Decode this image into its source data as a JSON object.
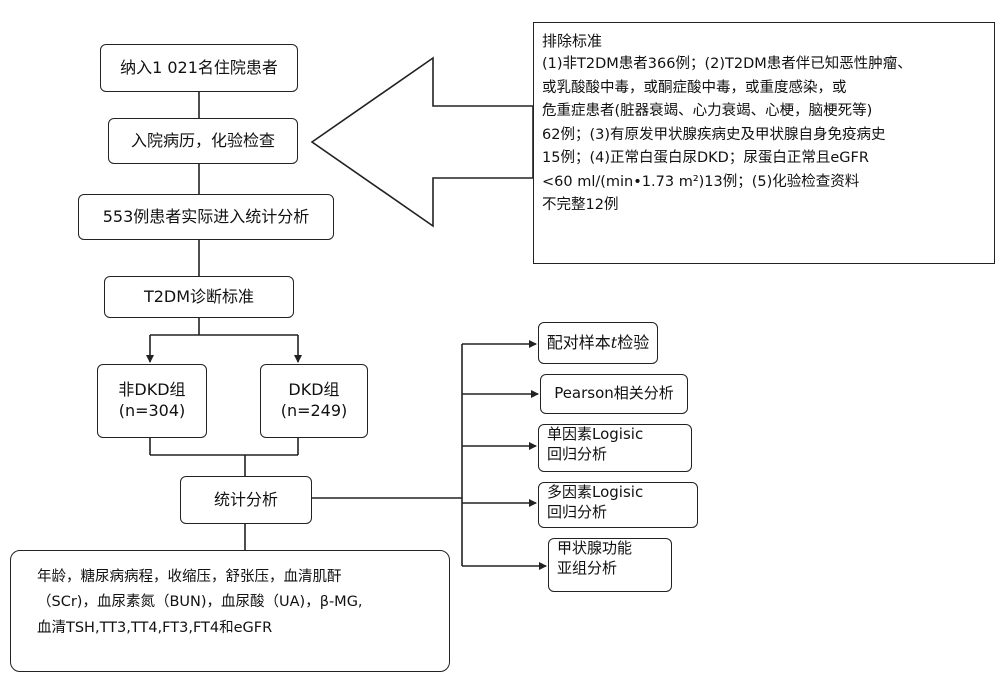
{
  "flow": {
    "enroll": "纳入1 021名住院患者",
    "admission": "入院病历，化验检查",
    "analyzed": "553例患者实际进入统计分析",
    "criteria": "T2DM诊断标准",
    "non_dkd_name": "非DKD组",
    "non_dkd_n": "(n=304)",
    "dkd_name": "DKD组",
    "dkd_n": "(n=249)",
    "stats": "统计分析"
  },
  "exclusion": {
    "title": "排除标准",
    "lines": [
      "(1)非T2DM患者366例；(2)T2DM患者伴已知恶性肿瘤、",
      "或乳酸酸中毒，或酮症酸中毒，或重度感染，或",
      "危重症患者(脏器衰竭、心力衰竭、心梗，脑梗死等)",
      "62例；(3)有原发甲状腺疾病史及甲状腺自身免疫病史",
      "15例；(4)正常白蛋白尿DKD；尿蛋白正常且eGFR",
      "<60 ml/(min•1.73 m²)13例；(5)化验检查资料",
      "不完整12例"
    ]
  },
  "variables": {
    "lines": [
      "年龄，糖尿病病程，收缩压，舒张压，血清肌酐",
      "（SCr)，血尿素氮（BUN)，血尿酸（UA)，β-MG,",
      "血清TSH,TT3,TT4,FT3,FT4和eGFR"
    ]
  },
  "methods": {
    "paired_prefix": "配对样本",
    "paired_t": "t",
    "paired_suffix": "检验",
    "pearson": "Pearson相关分析",
    "univariate_1": "单因素Logisic",
    "univariate_2": "回归分析",
    "multivariate_1": "多因素Logisic",
    "multivariate_2": "回归分析",
    "thyroid_1": "甲状腺功能",
    "thyroid_2": "亚组分析"
  }
}
